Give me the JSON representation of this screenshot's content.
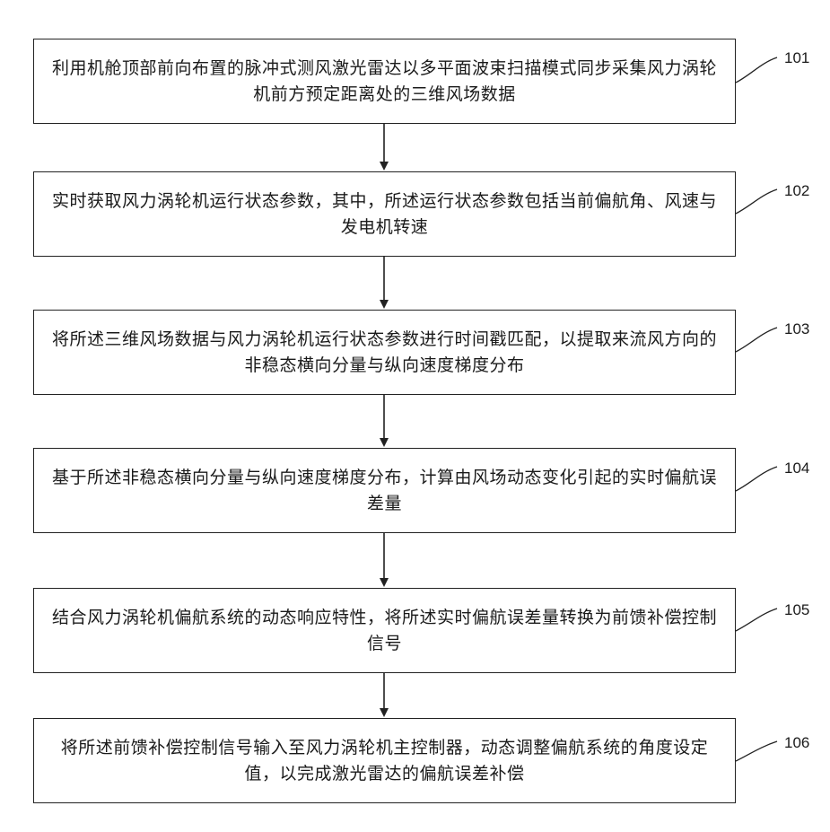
{
  "steps": [
    {
      "number": "101",
      "text": "利用机舱顶部前向布置的脉冲式测风激光雷达以多平面波束扫描模式同步采集风力涡轮机前方预定距离处的三维风场数据"
    },
    {
      "number": "102",
      "text": "实时获取风力涡轮机运行状态参数，其中，所述运行状态参数包括当前偏航角、风速与发电机转速"
    },
    {
      "number": "103",
      "text": "将所述三维风场数据与风力涡轮机运行状态参数进行时间戳匹配，以提取来流风方向的非稳态横向分量与纵向速度梯度分布"
    },
    {
      "number": "104",
      "text": "基于所述非稳态横向分量与纵向速度梯度分布，计算由风场动态变化引起的实时偏航误差量"
    },
    {
      "number": "105",
      "text": "结合风力涡轮机偏航系统的动态响应特性，将所述实时偏航误差量转换为前馈补偿控制信号"
    },
    {
      "number": "106",
      "text": "将所述前馈补偿控制信号输入至风力涡轮机主控制器，动态调整偏航系统的角度设定值，以完成激光雷达的偏航误差补偿"
    }
  ]
}
